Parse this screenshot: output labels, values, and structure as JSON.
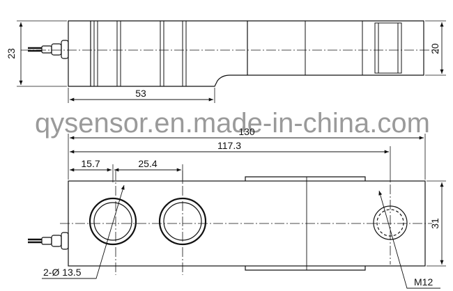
{
  "watermark": "qysensor.en.made-in-china.com",
  "side_view": {
    "height_label": "23",
    "right_height_label": "20",
    "length_label": "53"
  },
  "top_view": {
    "total_length_label": "130",
    "hole_span_label": "117.3",
    "first_hole_offset_label": "15.7",
    "hole_pitch_label": "25.4",
    "width_label": "31",
    "through_holes_label": "2-Ø 13.5",
    "thread_label": "M12"
  }
}
